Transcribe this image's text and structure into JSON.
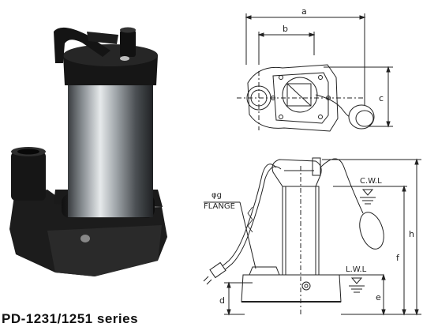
{
  "caption": "PD-1231/1251 series",
  "drawing": {
    "dims": {
      "a": "a",
      "b": "b",
      "c": "c",
      "d": "d",
      "e": "e",
      "f": "f",
      "h": "h"
    },
    "g_label": "φg",
    "flange_label": "FLANGE",
    "cwl_label": "C.W.L",
    "lwl_label": "L.W.L"
  },
  "colors": {
    "pump_black": "#1f1f1f",
    "steel": "#9aa0a4",
    "line": "#222222"
  }
}
